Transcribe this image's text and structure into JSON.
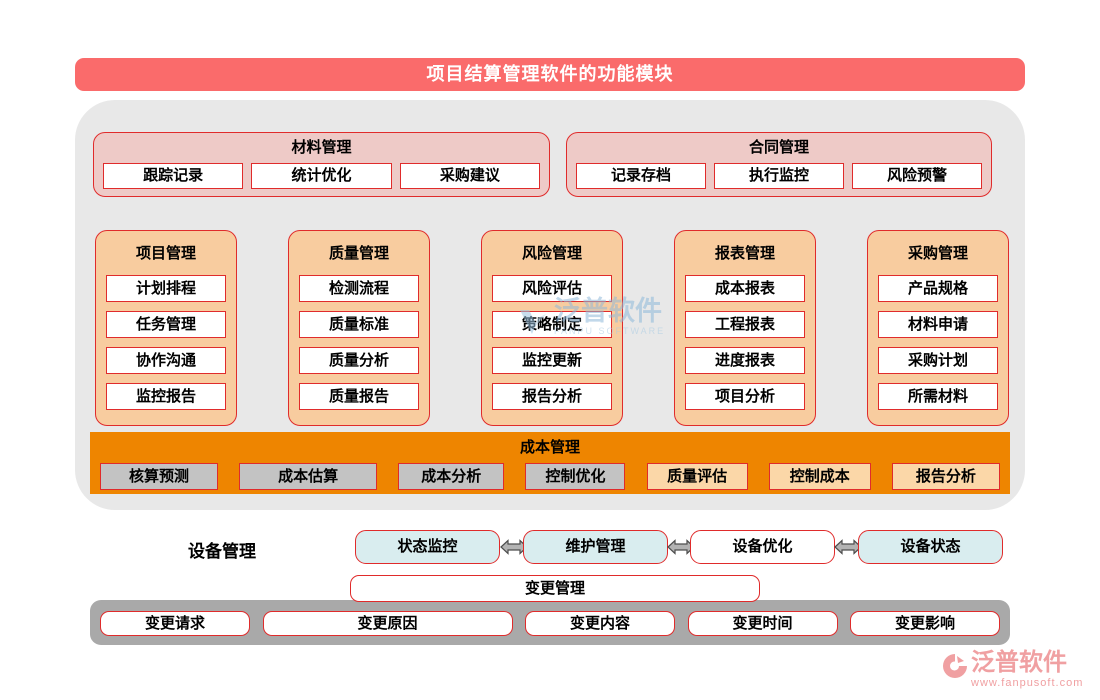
{
  "title": "项目结算管理软件的功能模块",
  "top_groups": [
    {
      "label": "材料管理",
      "items": [
        "跟踪记录",
        "统计优化",
        "采购建议"
      ]
    },
    {
      "label": "合同管理",
      "items": [
        "记录存档",
        "执行监控",
        "风险预警"
      ]
    }
  ],
  "columns": [
    {
      "label": "项目管理",
      "items": [
        "计划排程",
        "任务管理",
        "协作沟通",
        "监控报告"
      ]
    },
    {
      "label": "质量管理",
      "items": [
        "检测流程",
        "质量标准",
        "质量分析",
        "质量报告"
      ]
    },
    {
      "label": "风险管理",
      "items": [
        "风险评估",
        "策略制定",
        "监控更新",
        "报告分析"
      ]
    },
    {
      "label": "报表管理",
      "items": [
        "成本报表",
        "工程报表",
        "进度报表",
        "项目分析"
      ]
    },
    {
      "label": "采购管理",
      "items": [
        "产品规格",
        "材料申请",
        "采购计划",
        "所需材料"
      ]
    }
  ],
  "cost_group": {
    "label": "成本管理",
    "items": [
      {
        "label": "核算预测",
        "variant": "gray"
      },
      {
        "label": "成本估算",
        "variant": "gray"
      },
      {
        "label": "成本分析",
        "variant": "gray"
      },
      {
        "label": "控制优化",
        "variant": "gray"
      },
      {
        "label": "质量评估",
        "variant": "peach"
      },
      {
        "label": "控制成本",
        "variant": "peach"
      },
      {
        "label": "报告分析",
        "variant": "peach"
      }
    ]
  },
  "equipment_group": {
    "label": "设备管理",
    "items": [
      {
        "label": "状态监控",
        "variant": "blue"
      },
      {
        "label": "维护管理",
        "variant": "blue"
      },
      {
        "label": "设备优化",
        "variant": "white"
      },
      {
        "label": "设备状态",
        "variant": "blue"
      }
    ]
  },
  "change_group": {
    "label": "变更管理",
    "items": [
      "变更请求",
      "变更原因",
      "变更内容",
      "变更时间",
      "变更影响"
    ]
  },
  "watermark": {
    "text": "泛普软件",
    "subtext": "FANPU SOFTWARE"
  },
  "logo": {
    "name": "泛普软件",
    "url": "www.fanpusoft.com"
  },
  "colors": {
    "banner": "#fa6b6b",
    "red_border": "#e02b2b",
    "panel_gray": "#e8e8e8",
    "pink_group": "#eecac7",
    "peach_column": "#f8cc9f",
    "orange_bar": "#ee8500",
    "item_gray": "#c3c3c3",
    "item_peach": "#fbd7a8",
    "item_blue": "#d9edef",
    "bottom_bar_gray": "#a9a9a9",
    "logo_pink": "#f0a0a2"
  }
}
